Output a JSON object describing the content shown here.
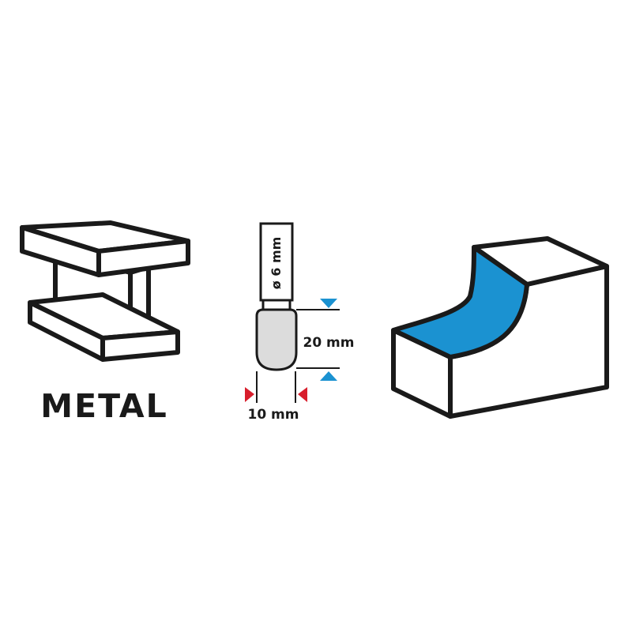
{
  "material": {
    "label": "METAL",
    "icon": "i-beam-icon"
  },
  "bit": {
    "shank_label": "ø 6 mm",
    "head_length_label": "20 mm",
    "head_diameter_label": "10 mm",
    "icon": "ball-nose-burr-bit-icon"
  },
  "profile": {
    "icon": "cove-profile-cut-icon"
  },
  "colors": {
    "outline": "#1a1a1a",
    "accent_blue": "#1b92d1",
    "marker_red": "#d81e2c",
    "bit_head_fill": "#dcdcdc"
  }
}
